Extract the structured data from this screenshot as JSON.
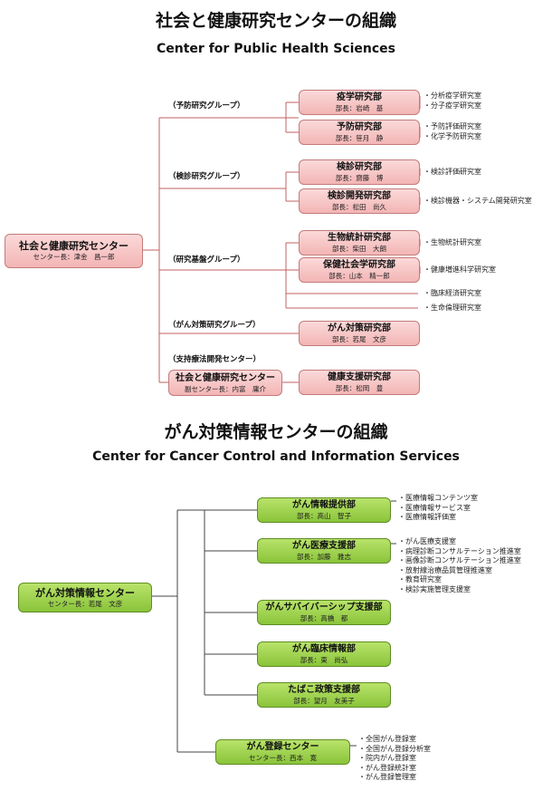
{
  "title1_jp": "社会と健康研究センターの組織",
  "title1_en": "Center for Public Health Sciences",
  "title2_jp": "がん対策情報センターの組織",
  "title2_en": "Center for Cancer Control and Information Services",
  "chart1": {
    "root": {
      "name": "社会と健康研究センター",
      "head": "センター長：津金　昌一郎"
    },
    "groups": [
      "（予防研究グループ）",
      "（検診研究グループ）",
      "（研究基盤グループ）",
      "（がん対策研究グループ）",
      "（支持療法開発センター）"
    ],
    "subcenter": {
      "name": "社会と健康研究センター",
      "head": "副センター長：内富　庸介"
    },
    "depts": [
      {
        "name": "疫学研究部",
        "head": "部長：岩崎　基"
      },
      {
        "name": "予防研究部",
        "head": "部長：笹月　静"
      },
      {
        "name": "検診研究部",
        "head": "部長：齋藤　博"
      },
      {
        "name": "検診開発研究部",
        "head": "部長：松田　尚久"
      },
      {
        "name": "生物統計研究部",
        "head": "部長：柴田　大朗"
      },
      {
        "name": "保健社会学研究部",
        "head": "部長：山本　精一郎"
      },
      {
        "name": "がん対策研究部",
        "head": "部長：若尾　文彦"
      },
      {
        "name": "健康支援研究部",
        "head": "部長：松岡　豊"
      }
    ],
    "labs": [
      [
        "・分析疫学研究室",
        "・分子疫学研究室"
      ],
      [
        "・予防評価研究室",
        "・化学予防研究室"
      ],
      [
        "・検診評価研究室"
      ],
      [
        "・検診機器・システム開発研究室"
      ],
      [
        "・生物統計研究室"
      ],
      [
        "・健康増進科学研究室"
      ],
      [
        "・臨床経済研究室"
      ],
      [
        "・生命倫理研究室"
      ]
    ]
  },
  "chart2": {
    "root": {
      "name": "がん対策情報センター",
      "head": "センター長：若尾　文彦"
    },
    "depts": [
      {
        "name": "がん情報提供部",
        "head": "部長：高山　智子"
      },
      {
        "name": "がん医療支援部",
        "head": "部長：加藤　雅志"
      },
      {
        "name": "がんサバイバーシップ支援部",
        "head": "部長：高橋　都"
      },
      {
        "name": "がん臨床情報部",
        "head": "部長：東　尚弘"
      },
      {
        "name": "たばこ政策支援部",
        "head": "部長：望月　友美子"
      },
      {
        "name": "がん登録センター",
        "head": "センター長：西本　寛"
      }
    ],
    "labs": [
      [
        "・医療情報コンテンツ室",
        "・医療情報サービス室",
        "・医療情報評価室"
      ],
      [
        "・がん医療支援室",
        "・病理診断コンサルテーション推進室",
        "・画像診断コンサルテーション推進室",
        "・放射線治療品質管理推進室",
        "・教育研究室",
        "・検診実施管理支援室"
      ],
      [
        "・全国がん登録室",
        "・全国がん登録分析室",
        "・院内がん登録室",
        "・がん登録統計室",
        "・がん登録管理室"
      ]
    ]
  },
  "colors": {
    "pink_fill": "#f3b5b5",
    "pink_border": "#c47b7b",
    "green_fill": "#8ac43a",
    "green_border": "#5f8d24",
    "line": "#c06060",
    "line2": "#444444"
  }
}
